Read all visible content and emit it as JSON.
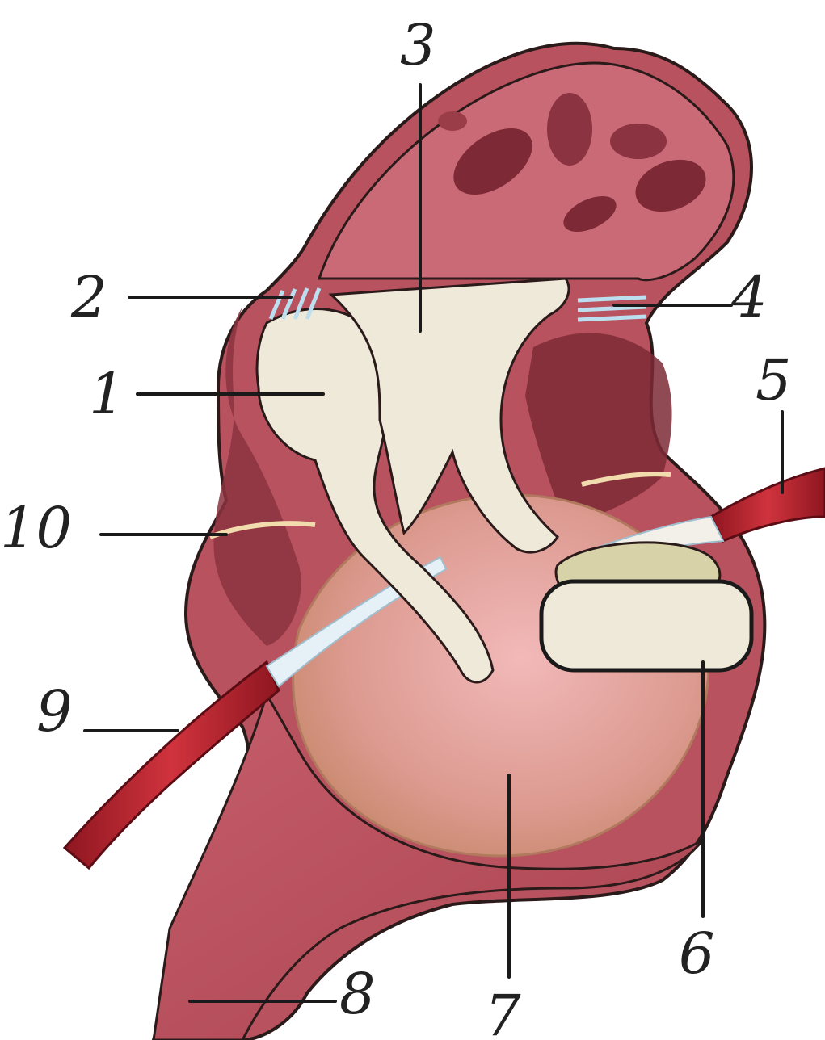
{
  "labels": {
    "n1": "1",
    "n2": "2",
    "n3": "3",
    "n4": "4",
    "n5": "5",
    "n6": "6",
    "n7": "7",
    "n8": "8",
    "n9": "9",
    "n10": "10"
  },
  "colors": {
    "tissue": "#b8525f",
    "tissue_dark": "#7d2a36",
    "tissue_light": "#d98b92",
    "bone": "#efe9da",
    "ligament": "#cfe6f2",
    "muscle": "#c2202c",
    "cavity": "#e5a49a",
    "outline": "#2b1a1a"
  }
}
